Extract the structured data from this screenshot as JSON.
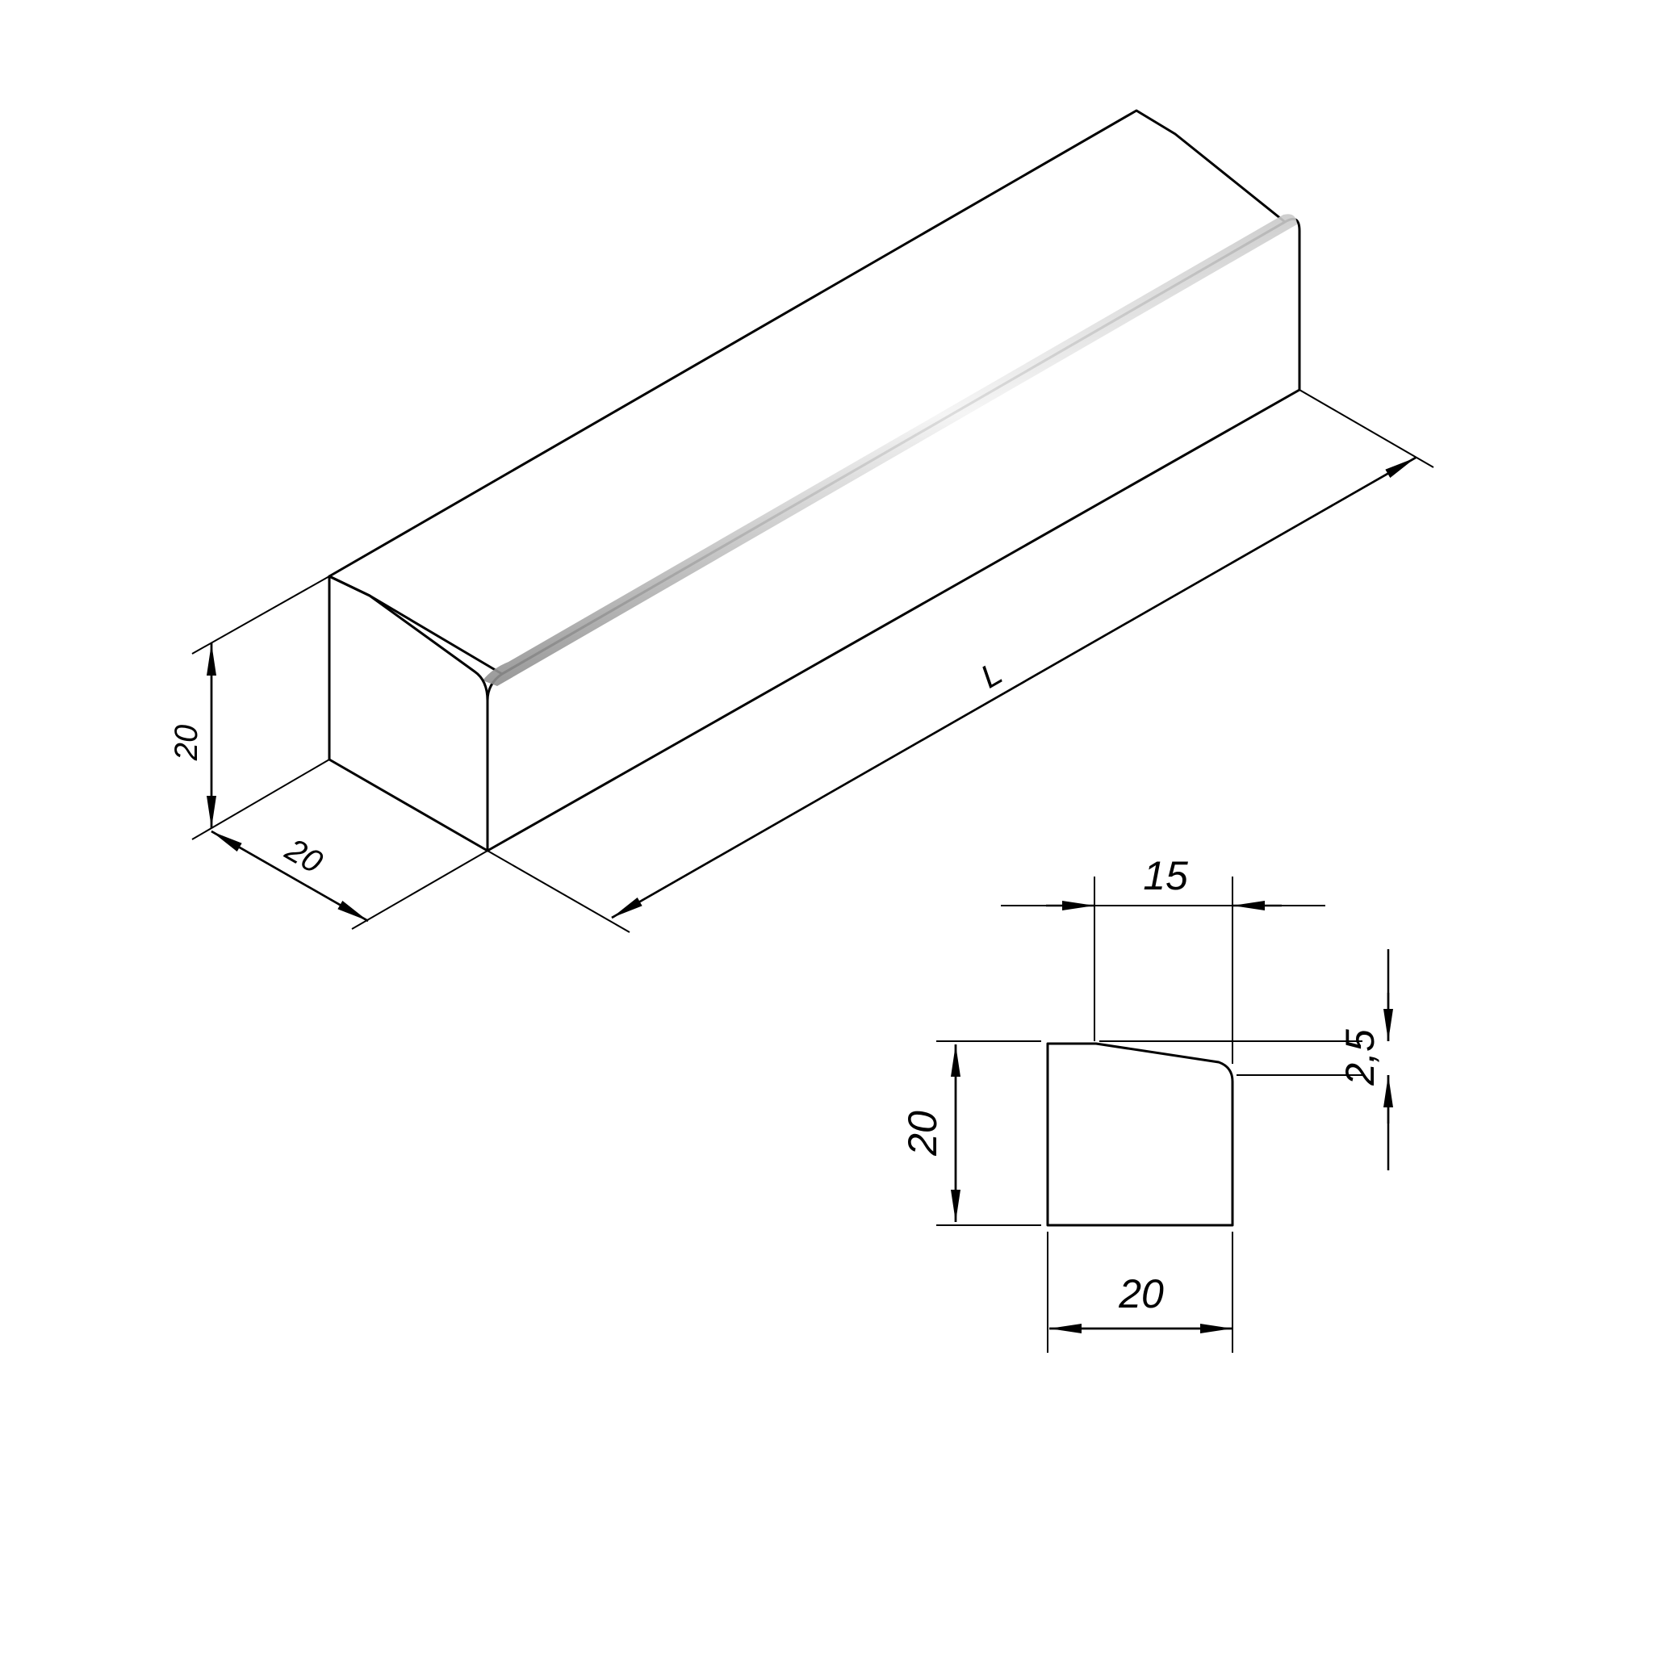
{
  "drawing": {
    "isometric": {
      "height_label": "20",
      "width_label": "20",
      "length_label": "L"
    },
    "section": {
      "top_width_label": "15",
      "slope_label": "2,5",
      "height_label": "20",
      "bottom_width_label": "20"
    }
  },
  "colors": {
    "front_face": "#474747",
    "side_face": "#878787",
    "top_face": "#b3b3b3",
    "section_light": "#ececec",
    "section_dark": "#a8a8a8"
  }
}
